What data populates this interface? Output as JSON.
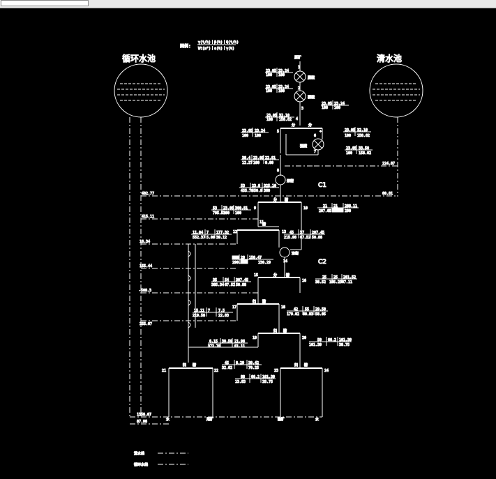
{
  "legend_formula": {
    "label": "图例:",
    "line1": "γ(t/h)｜β(%)｜Q(t/h)",
    "line2": "Wt(m³)｜ε(%)｜γ(%)"
  },
  "tanks": {
    "left": "循环水池",
    "right": "清水池"
  },
  "ore_label": "原矿",
  "ops": {
    "c1": "脱磁",
    "c2": "弱磁",
    "c3": "强磁",
    "s1": "浓密",
    "s2": "浓密",
    "fen": "分",
    "jing": "精",
    "sao": "扫"
  },
  "C_labels": {
    "c1": "C1",
    "c2": "C2"
  },
  "nodes": [
    "1",
    "2",
    "3",
    "4",
    "5",
    "6",
    "7",
    "8",
    "9",
    "10",
    "11",
    "12",
    "13",
    "14",
    "15",
    "16",
    "17",
    "18",
    "19",
    "20",
    "21",
    "22",
    "23",
    "24"
  ],
  "values": {
    "n1": [
      "23.05",
      "23.24",
      "100",
      "100"
    ],
    "n2": [
      "23.05",
      "23.24",
      "100",
      "100"
    ],
    "n3": [
      "23.05",
      "23.24",
      "100",
      "100"
    ],
    "n4": [
      "23.05",
      "32.10",
      "100",
      "158.62"
    ],
    "n5": [
      "23.05",
      "23.24",
      "100",
      "100"
    ],
    "n6": [
      "23.05",
      "32.10",
      "100",
      "158.62"
    ],
    "n7": [
      "23.05",
      "33.50",
      "100",
      "158.62"
    ],
    "n8": [
      "38.4",
      "23.05",
      "22.81",
      "12.37",
      "100",
      "0.00"
    ],
    "n8b": [
      "53",
      "23.8",
      "325.10",
      "455.79",
      "550.9",
      "360"
    ],
    "n9": [
      "53",
      "23.05",
      "300.81",
      "795.53",
      "100",
      "100"
    ],
    "n10": [
      "21",
      "21",
      "288.11",
      "207.65",
      "",
      "290"
    ],
    "n12": [
      "11.84",
      "7",
      "177.32",
      "552.37",
      "5.00",
      "39.12"
    ],
    "n13": [
      "45",
      "37",
      "207.45",
      "215.98",
      "67.52",
      "50.88"
    ],
    "n14": [
      "88",
      "28",
      "158.47",
      "290.38",
      "",
      "130.29"
    ],
    "n15": [
      "35",
      "54",
      "307.45",
      "385.34",
      "67.52",
      "50.88"
    ],
    "n16": [
      "25",
      "25",
      "201.52",
      "38.52",
      "195.23",
      "67.11"
    ],
    "n17": [
      "15.11",
      "7",
      "7.5",
      "219.58",
      "",
      "22.83"
    ],
    "n18": [
      "42",
      "55",
      "29.50",
      "179.02",
      "60.83",
      "58.05"
    ],
    "n19": [
      "6.15",
      "30.59",
      "21.96",
      "372.76",
      "",
      "61.11"
    ],
    "n20": [
      "50",
      "66.2",
      "101.39",
      "101.39",
      "",
      "38.75"
    ],
    "n22": [
      "45",
      "8.29",
      "39.42",
      "32.62",
      "",
      "70.25"
    ],
    "n22b": [
      "88",
      "66.2",
      "101.39",
      "13.83",
      "",
      "28.75"
    ]
  },
  "side_values": {
    "s1": "482.77",
    "s2": "415.11",
    "s3": "16.34",
    "s4": "155.44",
    "s5": "-509.3",
    "s6": "255.07",
    "s7": "1358.07",
    "s8": "87.98",
    "r1": "224.87",
    "r2": "60.81"
  },
  "outputs": {
    "water1": "水",
    "tail": "尾矿",
    "conc": "精矿",
    "water2": "水"
  },
  "legend": {
    "clear": "清水线",
    "recycle": "循环水线"
  }
}
